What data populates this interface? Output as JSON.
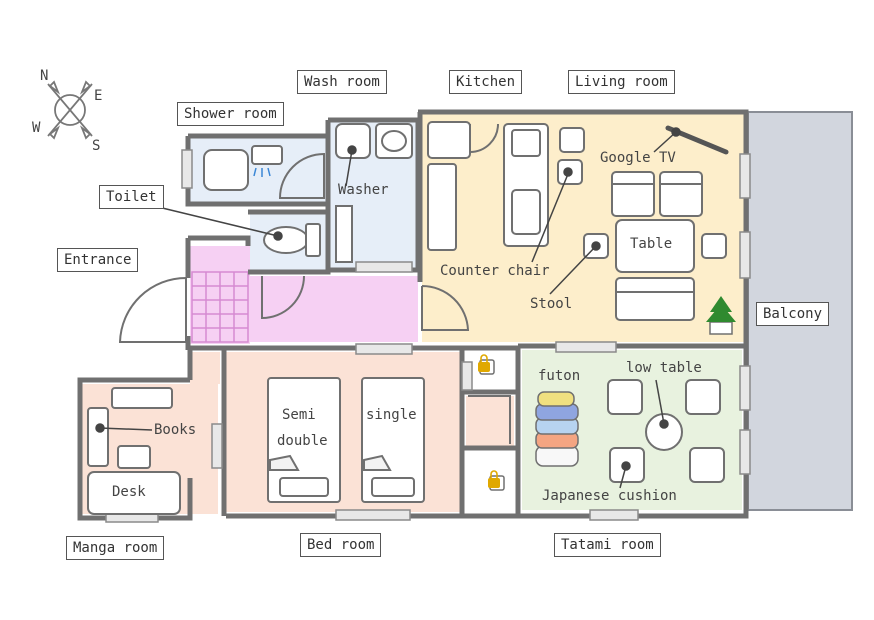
{
  "rooms": {
    "wash_room": "Wash room",
    "kitchen": "Kitchen",
    "living_room": "Living room",
    "shower_room": "Shower room",
    "toilet": "Toilet",
    "entrance": "Entrance",
    "balcony": "Balcony",
    "manga_room": "Manga room",
    "bed_room": "Bed room",
    "tatami_room": "Tatami room"
  },
  "items": {
    "washer": "Washer",
    "google_tv": "Google TV",
    "table": "Table",
    "counter_chair": "Counter chair",
    "stool": "Stool",
    "futon": "futon",
    "low_table": "low table",
    "books": "Books",
    "desk": "Desk",
    "semi_double_line1": "Semi",
    "semi_double_line2": "double",
    "single": "single",
    "japanese_cushion": "Japanese cushion"
  },
  "compass": {
    "n": "N",
    "e": "E",
    "s": "S",
    "w": "W"
  },
  "colors": {
    "wall": "#707070",
    "wash_area": "#e6eef8",
    "living_area": "#fdeecb",
    "entrance_area": "#f6d0f3",
    "bedroom_area": "#fbe2d6",
    "tatami_area": "#e8f2df",
    "balcony_area": "#d2d6de",
    "lock_icon": "#e0a800",
    "plant_icon": "#2f8a2f"
  }
}
